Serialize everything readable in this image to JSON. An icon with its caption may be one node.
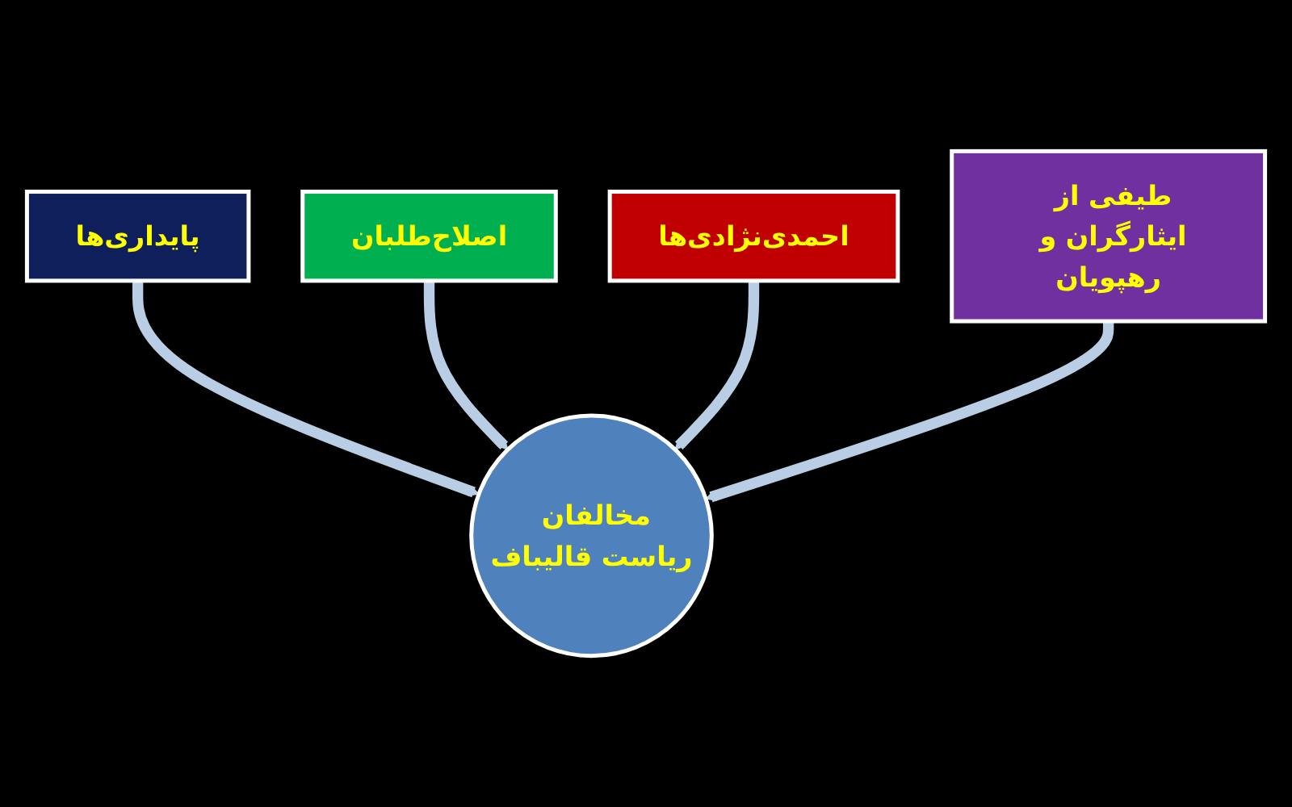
{
  "diagram": {
    "nodes": [
      {
        "text": [
          "پایداری‌ها"
        ]
      },
      {
        "text": [
          "اصلاح‌طلبان"
        ]
      },
      {
        "text": [
          "احمدی‌نژادی‌ها"
        ]
      },
      {
        "text": [
          "طیفی از ایثارگران و رهپویان"
        ]
      },
      {
        "text": [
          "مخالفان ریاست قالیباف"
        ]
      }
    ],
    "edges": [
      {
        "from": 0,
        "to": 4,
        "arrow": "to"
      },
      {
        "from": 1,
        "to": 4,
        "arrow": "to"
      },
      {
        "from": 2,
        "to": 4,
        "arrow": "to"
      },
      {
        "from": 3,
        "to": 4,
        "arrow": "to"
      }
    ]
  }
}
